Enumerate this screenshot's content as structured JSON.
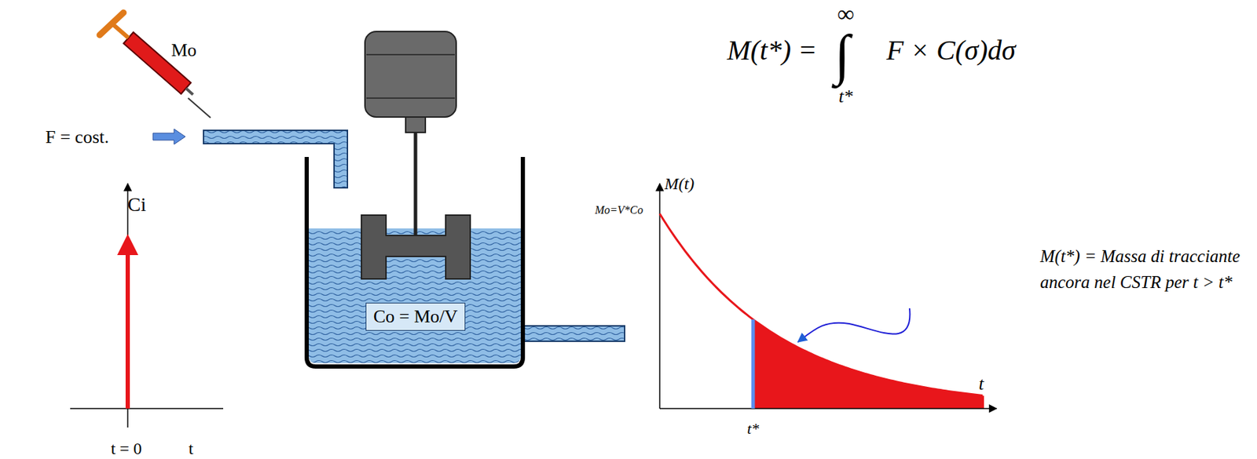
{
  "diagram": {
    "nodes": [
      {
        "text": [
          "Co = Mo/V"
        ]
      }
    ],
    "labels": [
      "Mo",
      "F = cost.",
      "Ci",
      "t = 0",
      "t",
      "M(t)",
      "Mo=V*Co",
      "t*",
      "t",
      "M(t*) = Massa di tracciante ancora nel CSTR per t > t*",
      "M(t*) =",
      "∫",
      "∞",
      "t*",
      "F × C(σ)dσ"
    ]
  }
}
